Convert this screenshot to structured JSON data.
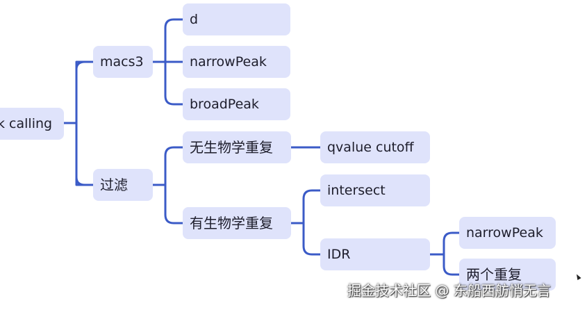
{
  "mindmap": {
    "root": "k calling",
    "macs3": {
      "label": "macs3",
      "children": [
        "d",
        "narrowPeak",
        "broadPeak"
      ]
    },
    "filter": {
      "label": "过滤",
      "no_rep": {
        "label": "无生物学重复",
        "child": "qvalue cutoff"
      },
      "with_rep": {
        "label": "有生物学重复",
        "intersect": "intersect",
        "idr": {
          "label": "IDR",
          "children": [
            "narrowPeak",
            "两个重复"
          ]
        }
      }
    }
  },
  "watermark": "掘金技术社区 @ 东船西舫悄无言"
}
